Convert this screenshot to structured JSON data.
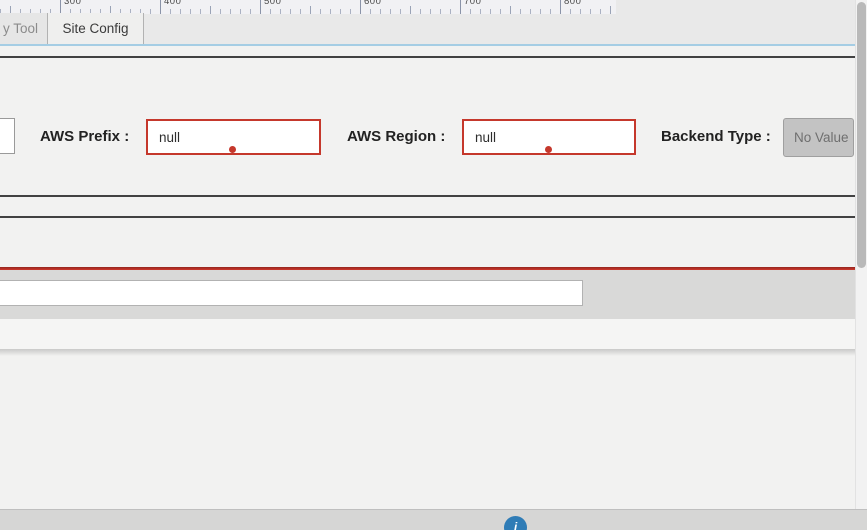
{
  "ruler": {
    "labels": [
      "300",
      "400",
      "500",
      "600",
      "700",
      "800"
    ]
  },
  "tabs": [
    {
      "label": "y Tool",
      "active": false
    },
    {
      "label": "Site Config",
      "active": true
    }
  ],
  "form": {
    "aws_prefix": {
      "label": "AWS Prefix :",
      "value": "null"
    },
    "aws_region": {
      "label": "AWS Region :",
      "value": "null"
    },
    "backend_type": {
      "label": "Backend Type :",
      "value": "No Value"
    }
  },
  "toolbar": {
    "input_value": ""
  },
  "footer": {
    "fab_glyph": "i"
  },
  "colors": {
    "error_red": "#c5382c",
    "tab_underline_blue": "#a5cde4",
    "fab_blue": "#2f7cb6",
    "divider_dark": "#424242",
    "disabled_gray": "#c3c3c3"
  }
}
